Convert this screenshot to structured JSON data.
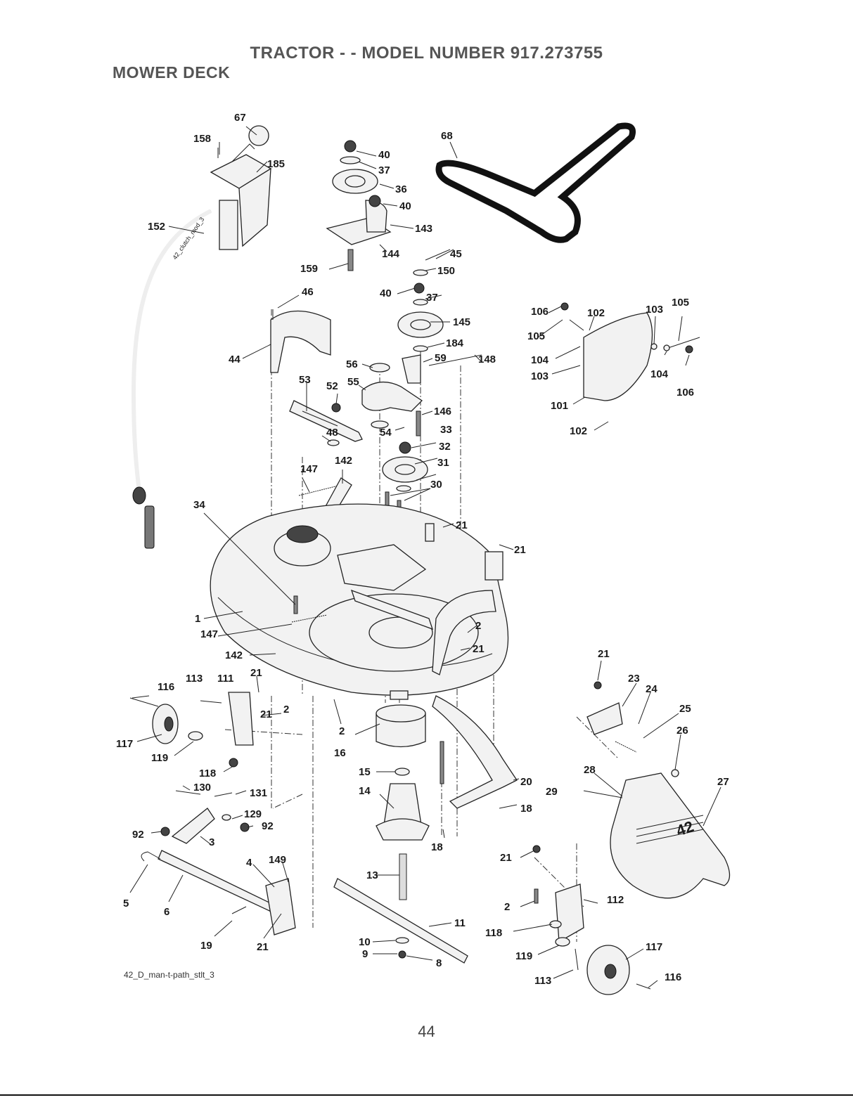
{
  "header": {
    "title": "TRACTOR - - MODEL NUMBER 917.273755",
    "section": "MOWER DECK"
  },
  "diagram": {
    "drawing_code": "42_D_man-t-path_stlt_3",
    "cable_label": "42_clutch_mod_3",
    "deck_badge": "42",
    "part_labels": [
      "67",
      "158",
      "185",
      "152",
      "40",
      "37",
      "36",
      "40",
      "143",
      "144",
      "159",
      "68",
      "45",
      "150",
      "40",
      "37",
      "145",
      "184",
      "46",
      "44",
      "59",
      "148",
      "56",
      "55",
      "53",
      "52",
      "146",
      "48",
      "54",
      "33",
      "32",
      "31",
      "147",
      "142",
      "30",
      "21",
      "34",
      "21",
      "1",
      "147",
      "142",
      "2",
      "21",
      "21",
      "113",
      "111",
      "116",
      "21",
      "2",
      "117",
      "119",
      "2",
      "16",
      "118",
      "130",
      "131",
      "15",
      "129",
      "14",
      "92",
      "92",
      "3",
      "149",
      "4",
      "5",
      "6",
      "13",
      "19",
      "21",
      "10",
      "9",
      "8",
      "11",
      "20",
      "18",
      "18",
      "21",
      "2",
      "118",
      "119",
      "113",
      "112",
      "117",
      "116",
      "106",
      "102",
      "103",
      "105",
      "105",
      "104",
      "103",
      "104",
      "106",
      "101",
      "102",
      "21",
      "23",
      "24",
      "25",
      "26",
      "28",
      "27",
      "29"
    ]
  },
  "footer": {
    "page_number": "44"
  }
}
